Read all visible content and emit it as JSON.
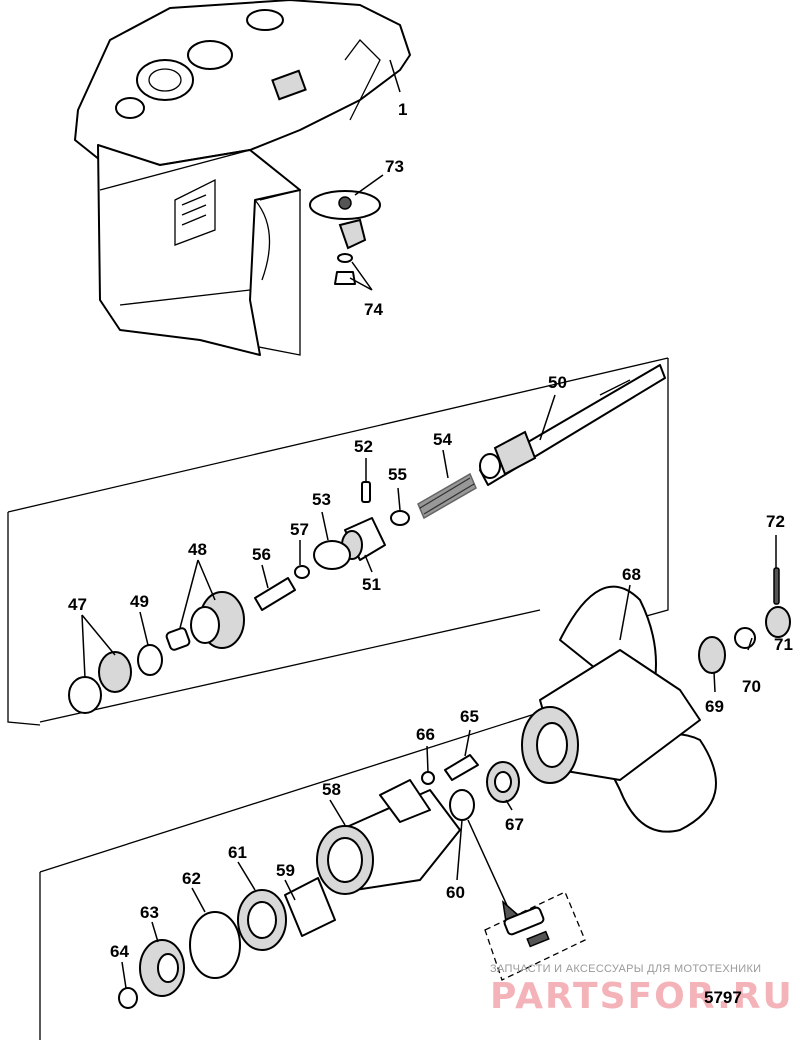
{
  "figure_number": "5797",
  "callouts": {
    "c1": "1",
    "c73": "73",
    "c74": "74",
    "c50": "50",
    "c52": "52",
    "c54": "54",
    "c55": "55",
    "c53": "53",
    "c57": "57",
    "c51": "51",
    "c48": "48",
    "c56": "56",
    "c47": "47",
    "c49": "49",
    "c72": "72",
    "c68": "68",
    "c71": "71",
    "c70": "70",
    "c69": "69",
    "c65": "65",
    "c66": "66",
    "c67": "67",
    "c58": "58",
    "c60": "60",
    "c61": "61",
    "c59": "59",
    "c62": "62",
    "c63": "63",
    "c64": "64"
  },
  "watermark": {
    "caption": "ЗАПЧАСТИ И АКСЕССУАРЫ ДЛЯ МОТОТЕХНИКИ",
    "brand": "PARTSFOR.RU",
    "color": "#f3b3b8"
  }
}
